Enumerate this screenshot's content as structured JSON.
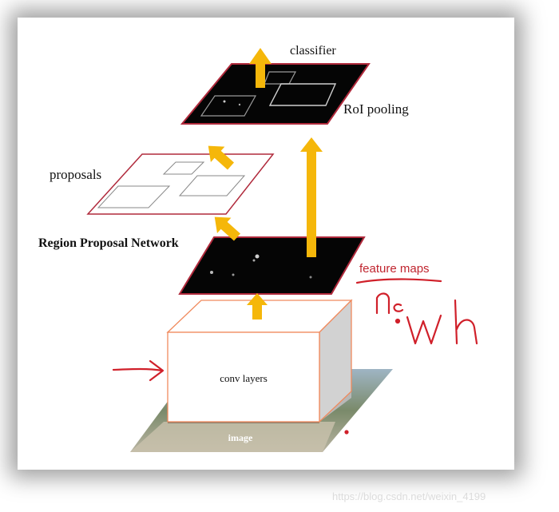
{
  "labels": {
    "classifier": "classifier",
    "roi_pooling": "RoI pooling",
    "proposals": "proposals",
    "rpn": "Region Proposal Network",
    "feature_maps": "feature maps",
    "conv_layers": "conv layers",
    "image": "image"
  },
  "annotations": {
    "handwritten_note": "n·c·w·h"
  },
  "watermark": "https://blog.csdn.net/weixin_4199",
  "colors": {
    "arrow": "#f5b70a",
    "plane_border": "#b02a3c",
    "red_ink": "#d0202a",
    "cube_edge": "#f08a5d"
  }
}
